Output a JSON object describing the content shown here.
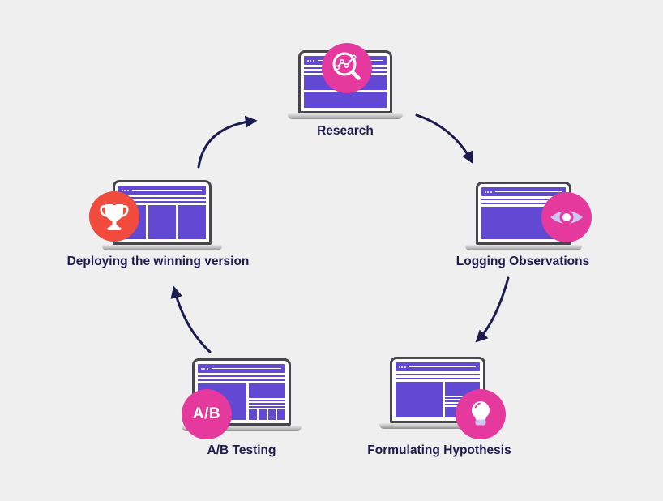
{
  "background": "#efefef",
  "palette": {
    "purple": "#6149d4",
    "pink": "#e6399e",
    "red": "#f14b3d",
    "navy": "#1c1b4e",
    "lavender": "#cdc5f2",
    "bezel": "#46464c"
  },
  "nodes": [
    {
      "id": "research",
      "label": "Research",
      "icon": "chart-magnifier-icon",
      "badge_color": "#e6399e"
    },
    {
      "id": "logging-observations",
      "label": "Logging Observations",
      "icon": "eye-icon",
      "badge_color": "#e6399e"
    },
    {
      "id": "formulating-hypothesis",
      "label": "Formulating Hypothesis",
      "icon": "lightbulb-icon",
      "badge_color": "#e6399e"
    },
    {
      "id": "ab-testing",
      "label": "A/B Testing",
      "icon": "ab-letters-badge",
      "badge_text": "A/B",
      "badge_color": "#e6399e"
    },
    {
      "id": "deploying",
      "label": "Deploying the winning version",
      "icon": "trophy-icon",
      "badge_color": "#f14b3d"
    }
  ],
  "arrows": {
    "color": "#1c1b4e",
    "edges": [
      "deploying -> research",
      "research -> logging-observations",
      "logging-observations -> formulating-hypothesis",
      "ab-testing -> deploying"
    ]
  }
}
